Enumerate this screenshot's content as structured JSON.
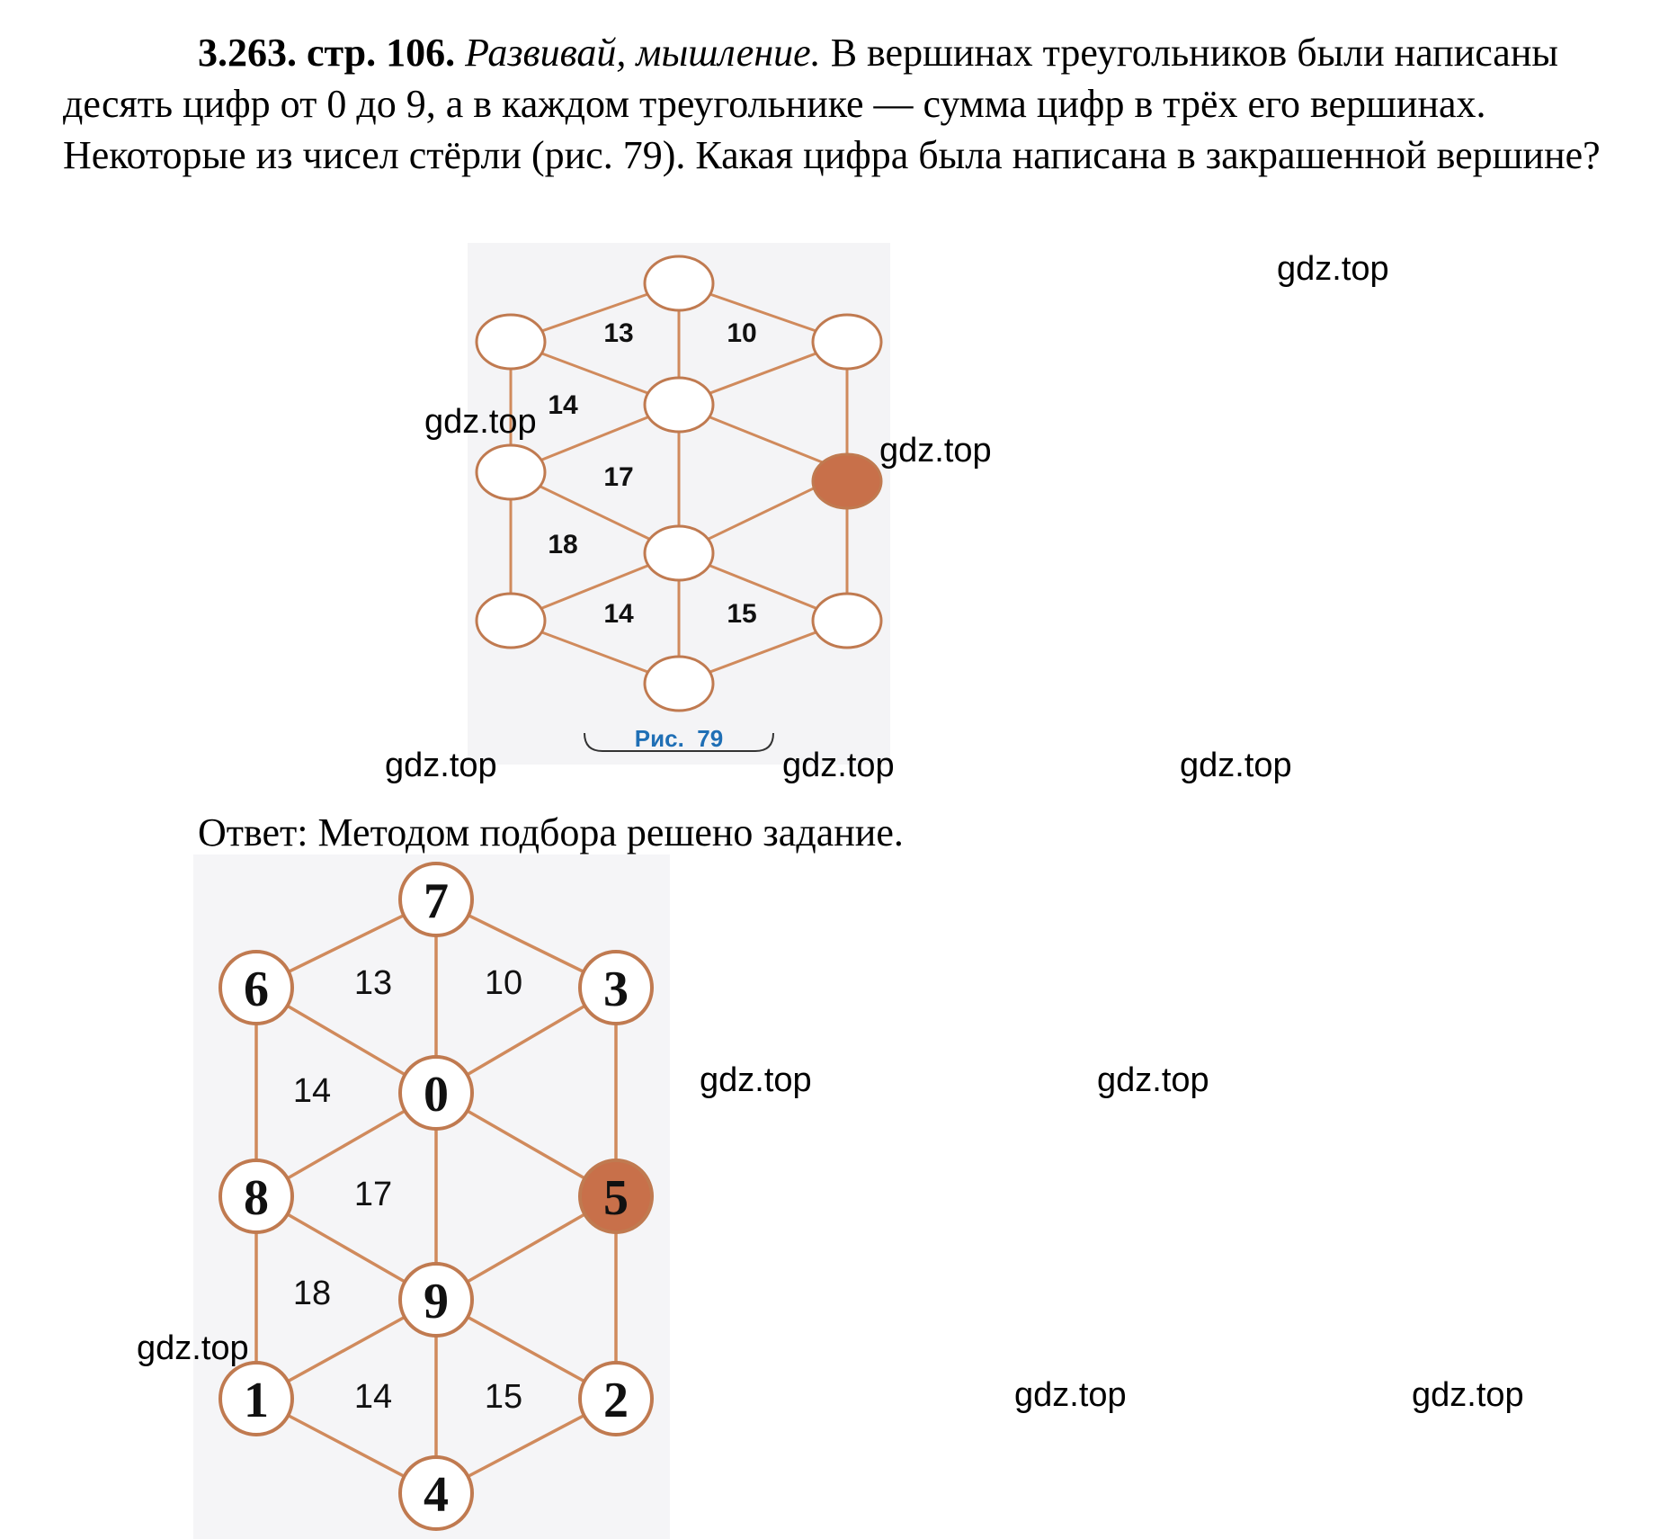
{
  "problem": {
    "number": "3.263. стр. 106.",
    "topic": "Развивай, мышление.",
    "text": "В вершинах треугольников были написаны десять цифр от 0 до 9, а в каждом треугольнике — сумма цифр в трёх его вершинах. Некоторые из чисел стёрли (рис. 79). Какая цифра была написана в закрашенной вершине?"
  },
  "figure1": {
    "caption": "Рис.  79",
    "sums": [
      "13",
      "10",
      "14",
      "17",
      "18",
      "14",
      "15"
    ]
  },
  "answer": {
    "text": "Ответ: Методом подбора решено задание."
  },
  "figure2": {
    "vertices": [
      "7",
      "6",
      "3",
      "0",
      "8",
      "5",
      "9",
      "1",
      "2",
      "4"
    ],
    "sums": [
      "13",
      "10",
      "14",
      "17",
      "18",
      "14",
      "15"
    ]
  },
  "watermarks": [
    "gdz.top",
    "gdz.top",
    "gdz.top",
    "gdz.top",
    "gdz.top",
    "gdz.top",
    "gdz.top",
    "gdz.top",
    "gdz.top",
    "gdz.top",
    "gdz.top"
  ],
  "colors": {
    "edge": "#d08a5c",
    "filled_vertex": "#c8704a",
    "vertex_fill": "#ffffff",
    "caption": "#1f6fb5"
  }
}
